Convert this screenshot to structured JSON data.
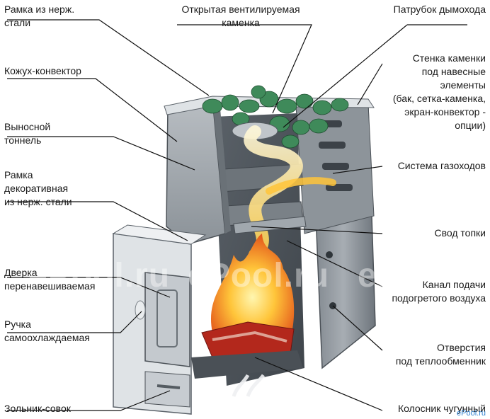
{
  "labels": {
    "frame_steel": [
      "Рамка из нерж.",
      "стали"
    ],
    "open_heater": [
      "Открытая вентилируемая",
      "каменка"
    ],
    "flue_pipe": [
      "Патрубок дымохода"
    ],
    "casing_convector": [
      "Кожух-конвектор"
    ],
    "heater_wall": [
      "Стенка каменки",
      "под навесные",
      "элементы",
      "(бак, сетка-каменка,",
      "экран-конвектор -",
      "опции)"
    ],
    "remote_tunnel": [
      "Выносной",
      "тоннель"
    ],
    "gas_duct_system": [
      "Система газоходов"
    ],
    "decor_frame": [
      "Рамка",
      "декоративная",
      "из нерж. стали"
    ],
    "firebox_vault": [
      "Свод топки"
    ],
    "door": [
      "Дверка",
      "перенавешиваемая"
    ],
    "air_channel": [
      "Канал подачи",
      "подогретого воздуха"
    ],
    "handle": [
      "Ручка",
      "самоохлаждаемая"
    ],
    "heat_exchanger_holes": [
      "Отверстия",
      "под теплообменник"
    ],
    "ash_drawer": [
      "Зольник-совок"
    ],
    "grate": [
      "Колосник чугунный"
    ]
  },
  "watermarks": [
    "ePool.ru",
    "ePool.ru",
    "ePool.ru"
  ],
  "credit": "ePool.ru",
  "colors": {
    "steel_light": "#c9ced3",
    "steel_mid": "#9aa1a8",
    "steel_dark": "#5d646b",
    "stones": "#3f8a5a",
    "flame": "#ffb52e",
    "leader_lines": "#111111"
  }
}
